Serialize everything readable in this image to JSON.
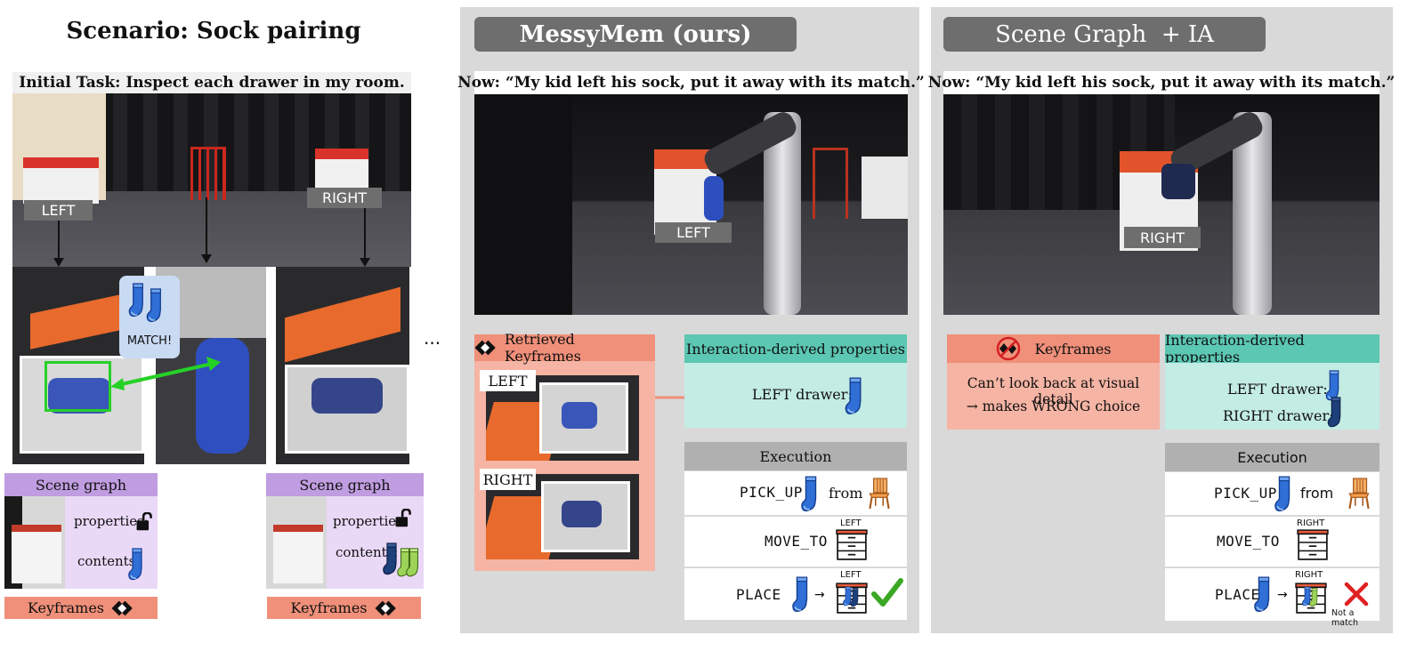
{
  "scenario": {
    "title": "Scenario: Sock pairing",
    "initial_task": "Initial Task: Inspect each drawer in my room.",
    "left_label": "LEFT",
    "right_label": "RIGHT",
    "match_label": "MATCH!",
    "ellipsis": "...",
    "scene_graph_title": "Scene graph",
    "properties_label": "properties:",
    "contents_label": "contents:",
    "keyframes_label": "Keyframes"
  },
  "messymem": {
    "title": "MessyMem (ours)",
    "now": "Now: “My kid left his sock, put it away with its match.”",
    "photo_label": "LEFT",
    "retrieved_title": "Retrieved Keyframes",
    "kf_left": "LEFT",
    "kf_right": "RIGHT",
    "props_title": "Interaction-derived properties",
    "left_drawer": "LEFT drawer:",
    "execution_title": "Execution",
    "pick_up": "PICK_UP",
    "from": "from",
    "move_to": "MOVE_TO",
    "place": "PLACE",
    "cabinet_label": "LEFT"
  },
  "scenegraph_ia": {
    "title": "Scene Graph  + IA",
    "now": "Now: “My kid left his sock, put it away with its match.”",
    "photo_label": "RIGHT",
    "keyframes_title": "Keyframes",
    "no_look_line1": "Can’t look back at visual detail",
    "no_look_line2": "→ makes WRONG choice",
    "props_title": "Interaction-derived properties",
    "left_drawer": "LEFT drawer:",
    "right_drawer": "RIGHT drawer:",
    "execution_title": "Execution",
    "pick_up": "PICK_UP",
    "from": "from",
    "move_to": "MOVE_TO",
    "place": "PLACE",
    "cabinet_label": "RIGHT",
    "not_match": "Not a match"
  },
  "colors": {
    "panel_bg": "#d9d9d9",
    "header_bg": "#6e6e6e",
    "keyframe_orange": "#f0907a",
    "keyframe_light": "#f5b4a4",
    "props_teal": "#5cc7b3",
    "props_light": "#c3ece4",
    "scene_graph_purple": "#c09ce0",
    "scene_graph_light": "#ead8f7",
    "match_green": "#26d126",
    "check_green": "#3aa824",
    "cross_red": "#e02020",
    "sock_blue": "#2f6fd6"
  }
}
